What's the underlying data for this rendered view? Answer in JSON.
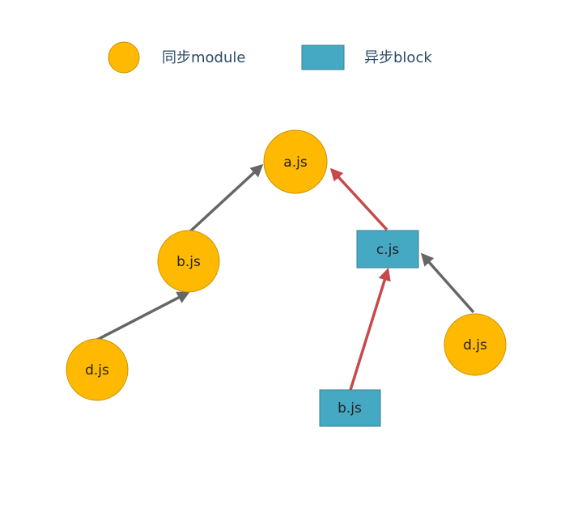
{
  "legend": {
    "sync_label": "同步module",
    "async_label": "异步block"
  },
  "colors": {
    "module_fill": "#FFB900",
    "module_stroke": "#C99200",
    "block_fill": "#46A9C4",
    "block_stroke": "#357F94",
    "gray_edge": "#666666",
    "red_edge": "#C64A4A"
  },
  "nodes": {
    "a": "a.js",
    "b_left": "b.js",
    "d_left": "d.js",
    "c": "c.js",
    "b_right": "b.js",
    "d_right": "d.js"
  }
}
